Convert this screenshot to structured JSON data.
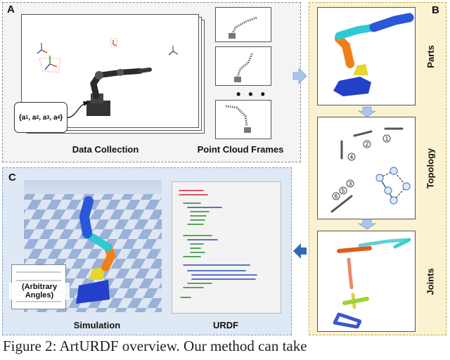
{
  "panel_a": {
    "label": "A",
    "inputs": {
      "symbol": "a",
      "subscripts": [
        "1",
        "2",
        "3",
        "4"
      ]
    },
    "caption_left": "Data Collection",
    "caption_right": "Point Cloud Frames",
    "ellipsis": "• • •"
  },
  "panel_b": {
    "label": "B",
    "steps": [
      "Parts",
      "Topology",
      "Joints"
    ],
    "topology_nodes": [
      "1",
      "2",
      "3",
      "4",
      "5",
      "6"
    ]
  },
  "panel_c": {
    "label": "C",
    "angles_label": "(Arbitrary Angles)",
    "caption_left": "Simulation",
    "caption_right": "URDF"
  },
  "figure_caption": "Figure 2:  ArtURDF overview.  Our method can take",
  "colors": {
    "panel_a_border": "#8a8a8a",
    "panel_b_border": "#c9a540",
    "panel_b_bg": "#fbf2d2",
    "panel_c_border": "#7d9cc9",
    "panel_c_bg": "#dfe9f6",
    "arrow_light": "#a8c6ea",
    "arrow_dark": "#2e6ab8"
  }
}
